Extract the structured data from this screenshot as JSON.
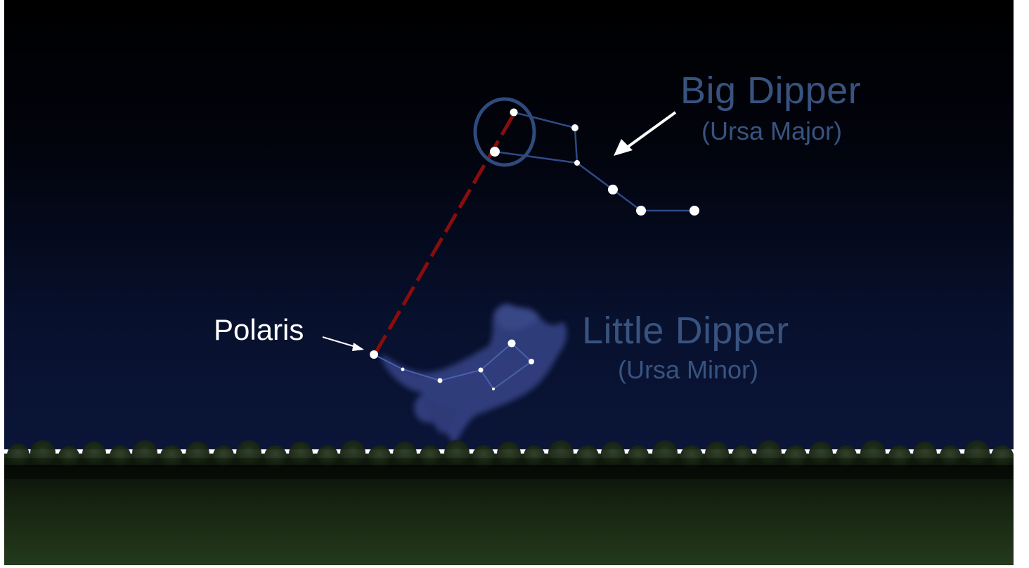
{
  "labels": {
    "big_dipper": "Big Dipper",
    "big_dipper_sub": "(Ursa Major)",
    "little_dipper": "Little Dipper",
    "little_dipper_sub": "(Ursa Minor)",
    "polaris": "Polaris"
  },
  "colors": {
    "sky_top": "#000000",
    "sky_bottom": "#0a1438",
    "label_blue": "#38537f",
    "constellation_line": "#2e4a86",
    "pointer_line": "#8a0d0d",
    "star": "#ffffff",
    "ground": "#1c2b17"
  }
}
